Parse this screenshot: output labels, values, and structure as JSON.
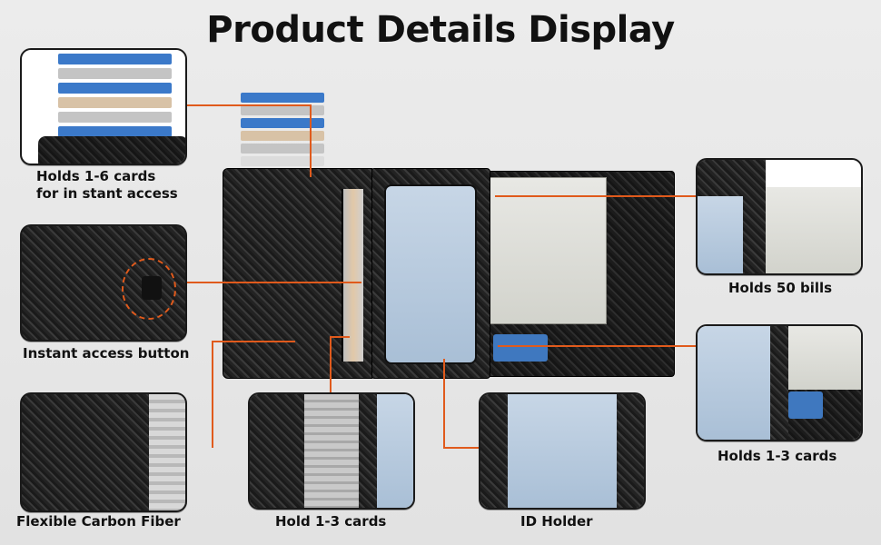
{
  "title": "Product Details Display",
  "captions": {
    "holds_cards": "Holds 1-6  cards\nfor in stant access",
    "instant_access": "Instant access button",
    "carbon_fiber": "Flexible Carbon Fiber",
    "hold_1_3": "Hold 1-3 cards",
    "id_holder": "ID Holder",
    "holds_bills": "Holds 50 bills",
    "holds_1_3_right": "Holds 1-3 cards"
  },
  "colors": {
    "accent_line": "#e05a1c",
    "wallet": "#1e1e1e"
  }
}
